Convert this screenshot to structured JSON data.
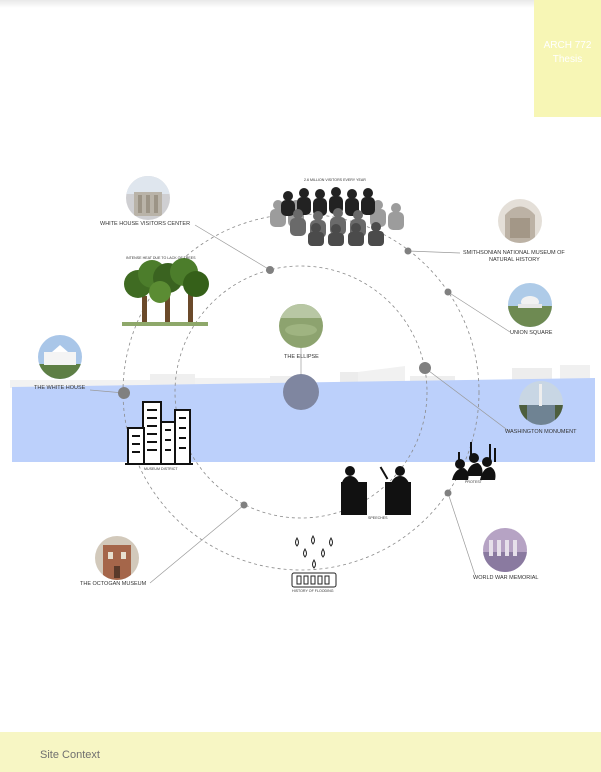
{
  "header": {
    "tag_line1": "ARCH 772",
    "tag_line2": "Thesis"
  },
  "footer": {
    "title": "Site Context"
  },
  "colors": {
    "tag_bg": "#f7f6b5",
    "footer_bg": "#f7f6c4",
    "water": "#bcd0fb",
    "node": "#808080",
    "center": "#7f86a0"
  },
  "labels": {
    "white_house_visitors_center": "WHITE HOUSE VISITORS CENTER",
    "visitors": "2.6 MILLION VISITORS EVERY YEAR",
    "smithsonian_line1": "SMITHSONIAN NATIONAL MUSEUM OF",
    "smithsonian_line2": "NATURAL HISTORY",
    "heat": "INTENSE HEAT DUE TO LACK OF TREES",
    "union_square": "UNION SQUARE",
    "ellipse": "THE ELLIPSE",
    "white_house": "THE WHITE HOUSE",
    "washington_monument": "WASHINGTON MONUMENT",
    "museum_district": "MUSEUM DISTRICT",
    "protest": "PROTEST",
    "speeches": "SPEECHES",
    "octogan": "THE OCTOGAN MUSEUM",
    "flooding": "HISTORY OF FLOODING",
    "wwii": "WORLD WAR MEMORIAL"
  },
  "icons": {
    "photo": "photo-thumbnail-icon",
    "crowd": "crowd-icon",
    "trees": "trees-icon",
    "building": "building-icon",
    "protest": "protest-icon",
    "speech": "podium-speakers-icon",
    "flood": "flood-drops-icon"
  }
}
